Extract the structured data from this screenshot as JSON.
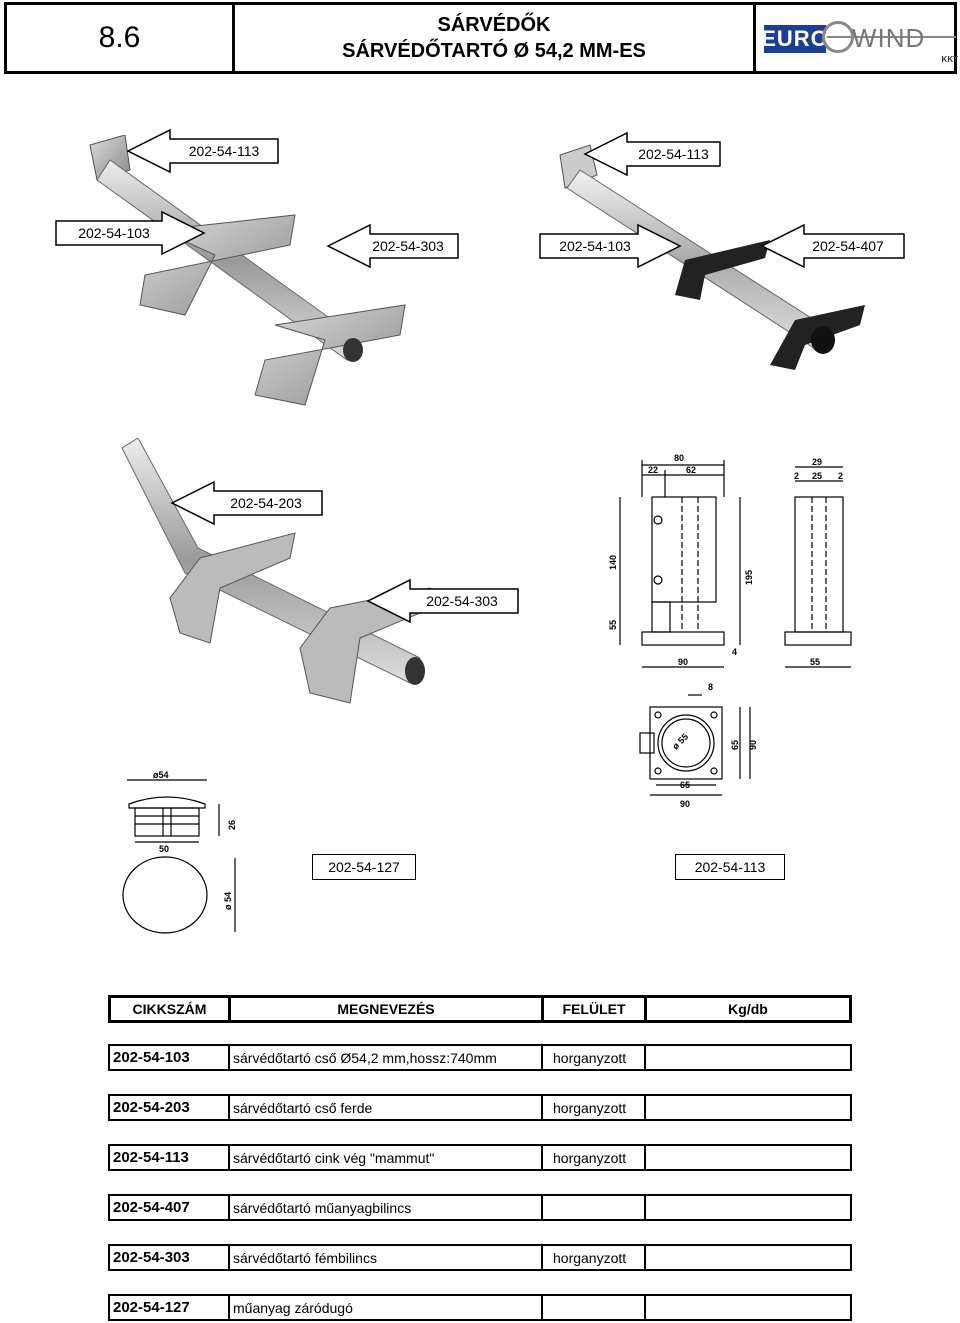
{
  "header": {
    "section_number": "8.6",
    "title_line1": "SÁRVÉDŐK",
    "title_line2": "SÁRVÉDŐTARTÓ Ø 54,2 MM-ES",
    "logo_text_left": "EURO",
    "logo_text_right": "WIND",
    "logo_subtext": "KKT"
  },
  "labels": {
    "top_left_113": "202-54-113",
    "top_right_113": "202-54-113",
    "mid_left_103": "202-54-103",
    "mid_303": "202-54-303",
    "mid_right_103": "202-54-103",
    "right_407": "202-54-407",
    "angled_203": "202-54-203",
    "angled_303": "202-54-303",
    "plug_127": "202-54-127",
    "drawing_113": "202-54-113"
  },
  "drawing_dims": {
    "d80": "80",
    "d22": "22",
    "d62": "62",
    "d140": "140",
    "d195": "195",
    "d55a": "55",
    "d90a": "90",
    "d4": "4",
    "d29": "29",
    "d2a": "2",
    "d25": "25",
    "d2b": "2",
    "d55b": "55",
    "d8": "8",
    "d55c": "ø 55",
    "d65a": "65",
    "d90b": "90",
    "d65b": "65",
    "d90c": "90",
    "plug_d54a": "ø54",
    "plug_26": "26",
    "plug_50": "50",
    "plug_d54b": "ø 54"
  },
  "table": {
    "headers": [
      "CIKKSZÁM",
      "MEGNEVEZÉS",
      "FELÜLET",
      "Kg/db"
    ],
    "rows": [
      {
        "code": "202-54-103",
        "name": "sárvédőtartó cső Ø54,2 mm,hossz:740mm",
        "surface": "horganyzott",
        "weight": ""
      },
      {
        "code": "202-54-203",
        "name": "sárvédőtartó cső ferde",
        "surface": "horganyzott",
        "weight": ""
      },
      {
        "code": "202-54-113",
        "name": "sárvédőtartó cink vég \"mammut\"",
        "surface": "horganyzott",
        "weight": ""
      },
      {
        "code": "202-54-407",
        "name": "sárvédőtartó műanyagbilincs",
        "surface": "",
        "weight": ""
      },
      {
        "code": "202-54-303",
        "name": "sárvédőtartó fémbilincs",
        "surface": "horganyzott",
        "weight": ""
      },
      {
        "code": "202-54-127",
        "name": "műanyag záródugó",
        "surface": "",
        "weight": ""
      }
    ]
  }
}
